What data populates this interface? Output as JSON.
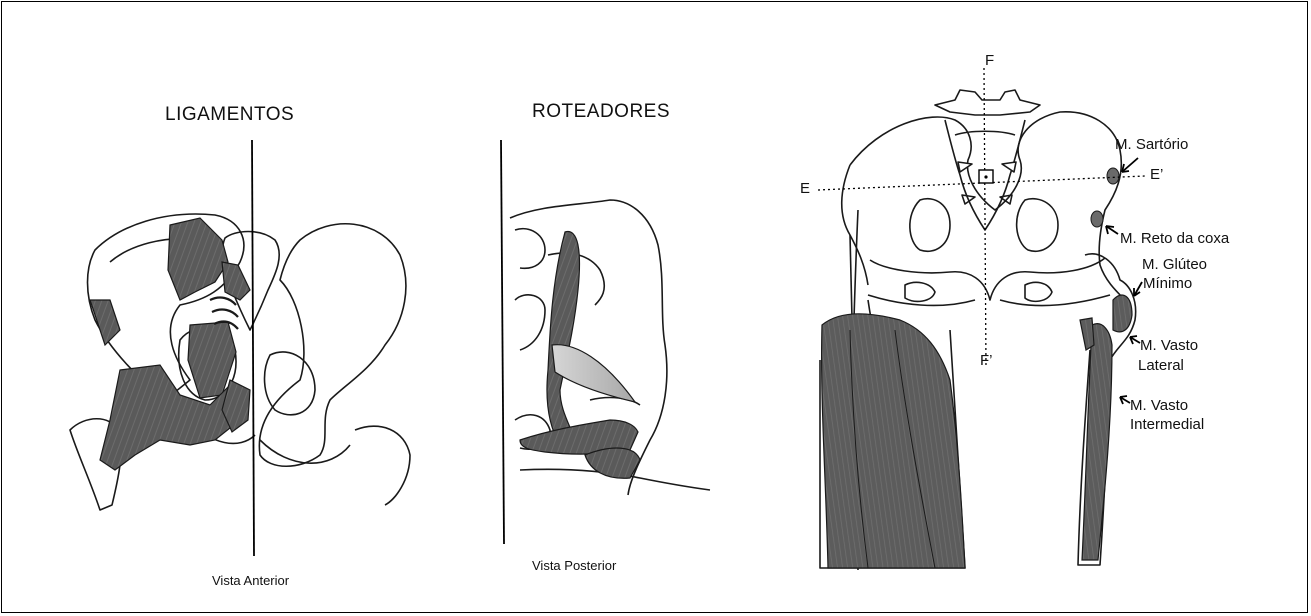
{
  "panels": {
    "ligamentos": {
      "title": "LIGAMENTOS",
      "caption": "Vista Anterior"
    },
    "roteadores": {
      "title": "ROTEADORES",
      "caption": "Vista Posterior"
    }
  },
  "axes": {
    "f_top": "F",
    "f_bottom": "F’",
    "e_left": "E",
    "e_right": "E’"
  },
  "muscles": {
    "sartorio": "M. Sartório",
    "reto_coxa": "M. Reto da coxa",
    "gluteo_1": "M. Glúteo",
    "gluteo_2": "Mínimo",
    "vasto_lateral_1": "M. Vasto",
    "vasto_lateral_2": "Lateral",
    "vasto_intermedial_1": "M. Vasto",
    "vasto_intermedial_2": "Intermedial"
  },
  "colors": {
    "muscle": "#5a5a5a",
    "outline": "#1a1a1a",
    "tendon": "#bdbdbd"
  }
}
